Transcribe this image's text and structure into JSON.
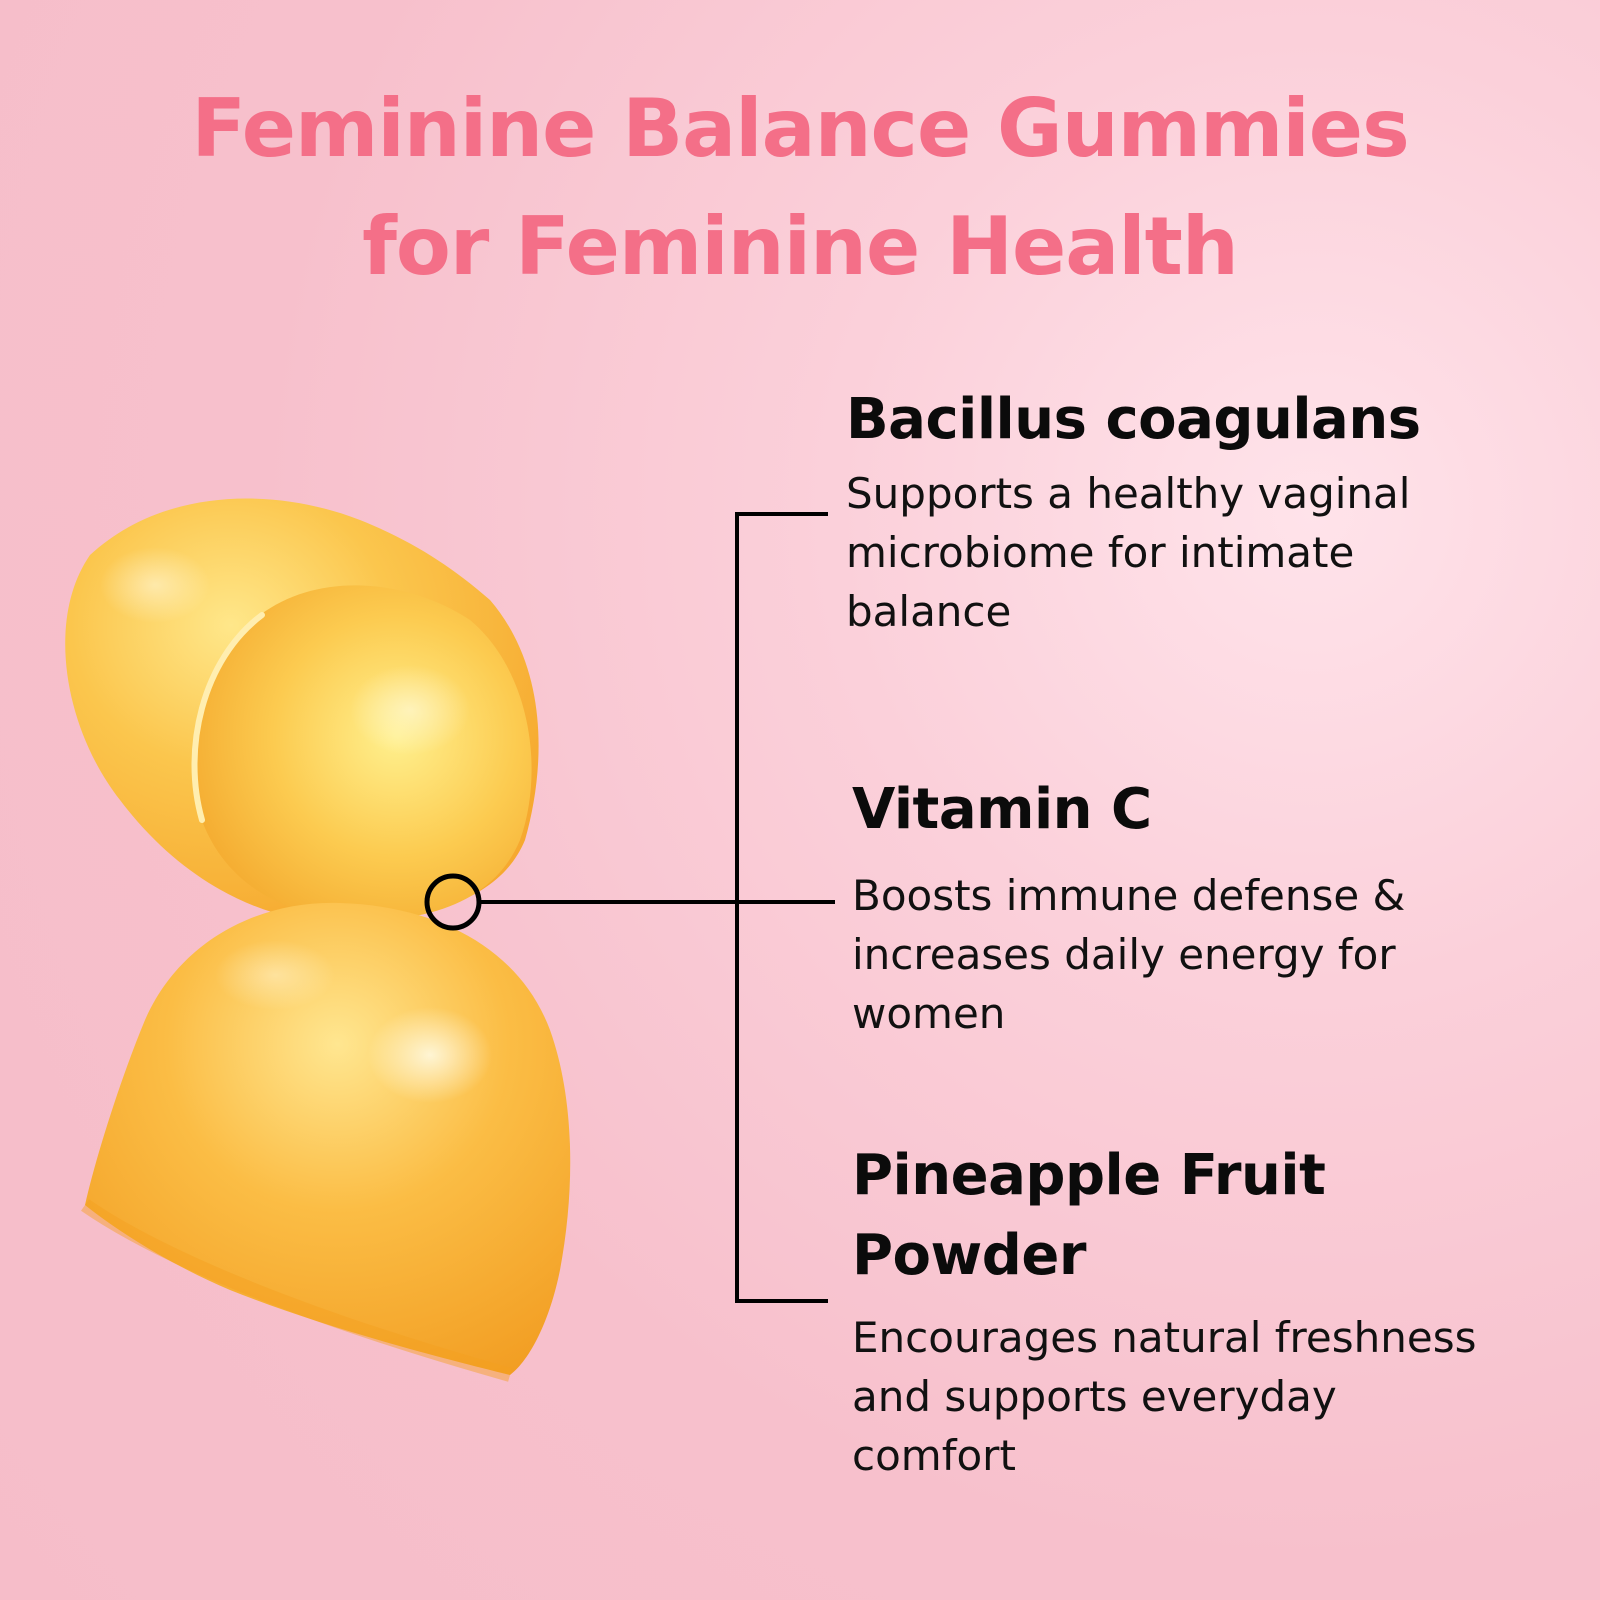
{
  "header": {
    "title_line1": "Feminine Balance Gummies",
    "title_line2": "for Feminine Health"
  },
  "ingredients": [
    {
      "name": "Bacillus coagulans",
      "description_lines": [
        "Supports a healthy vaginal",
        "microbiome for intimate",
        "balance"
      ]
    },
    {
      "name": "Vitamin C",
      "description_lines": [
        "Boosts immune defense &",
        "increases daily energy for",
        "women"
      ]
    },
    {
      "name_lines": [
        "Pineapple Fruit",
        "Powder"
      ],
      "description_lines": [
        "Encourages natural freshness",
        "and supports everyday",
        "comfort"
      ]
    }
  ],
  "colors": {
    "title": "#f46f88",
    "text": "#111111",
    "background": "#f7c0cc",
    "gummy": "#f9b640"
  },
  "icons": {
    "product_image": "gummy-pair-illustration",
    "connector": "bracket-connector-line"
  }
}
